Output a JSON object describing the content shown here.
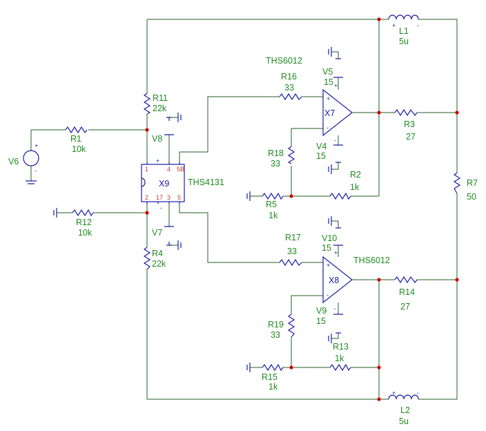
{
  "components": {
    "V6": {
      "ref": "V6"
    },
    "R1": {
      "ref": "R1",
      "value": "10k"
    },
    "R11": {
      "ref": "R11",
      "value": "22k"
    },
    "R12": {
      "ref": "R12",
      "value": "10k"
    },
    "R4": {
      "ref": "R4",
      "value": "22k"
    },
    "V8": {
      "ref": "V8"
    },
    "V7": {
      "ref": "V7"
    },
    "X9": {
      "ref": "X9",
      "part": "THS4131",
      "pins": [
        "1",
        "4",
        "5B",
        "2",
        "17",
        "3",
        "5"
      ]
    },
    "R16": {
      "ref": "R16",
      "value": "33"
    },
    "R17": {
      "ref": "R17",
      "value": "33"
    },
    "X7": {
      "ref": "X7",
      "part": "THS6012"
    },
    "X8": {
      "ref": "X8",
      "part": "THS6012"
    },
    "V5": {
      "ref": "V5",
      "value": "15"
    },
    "V4": {
      "ref": "V4",
      "value": "15"
    },
    "V10": {
      "ref": "V10",
      "value": "15"
    },
    "V9": {
      "ref": "V9",
      "value": "15"
    },
    "R18": {
      "ref": "R18",
      "value": "33"
    },
    "R19": {
      "ref": "R19",
      "value": "33"
    },
    "R2": {
      "ref": "R2",
      "value": "1k"
    },
    "R5": {
      "ref": "R5",
      "value": "1k"
    },
    "R13": {
      "ref": "R13",
      "value": "1k"
    },
    "R15": {
      "ref": "R15",
      "value": "1k"
    },
    "R3": {
      "ref": "R3",
      "value": "27"
    },
    "R14": {
      "ref": "R14",
      "value": "27"
    },
    "R7": {
      "ref": "R7",
      "value": "50"
    },
    "L1": {
      "ref": "L1",
      "value": "5u"
    },
    "L2": {
      "ref": "L2",
      "value": "5u"
    }
  },
  "signs": {
    "plus": "+",
    "minus": "-"
  },
  "colors": {
    "wire": "#1f5f1f",
    "component": "#1a1aa6",
    "label": "#1f8a1f",
    "pin": "#c0392b",
    "junction": "#cc0000"
  }
}
